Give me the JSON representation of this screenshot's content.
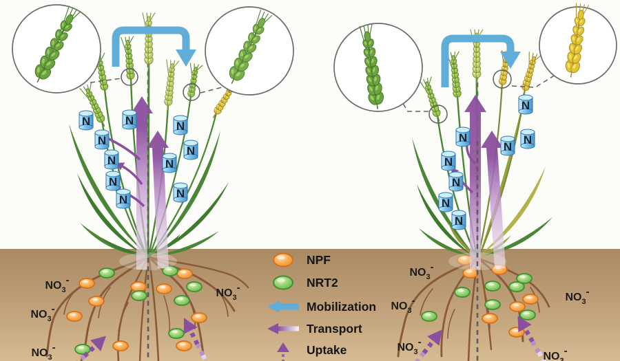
{
  "figure": {
    "description": "Nitrate uptake, transport and mobilization in wheat shown at two stages: left plant with green spikes, right plant with senescing yellow spikes",
    "left_panel": "green-stage wheat plant",
    "right_panel": "senescing-stage wheat plant"
  },
  "labels": {
    "nitrogen": "N",
    "nitrate": {
      "base": "NO",
      "sub": "3",
      "sup": "-"
    }
  },
  "legend": {
    "items": [
      {
        "id": "npf",
        "label": "NPF",
        "swatch": "npf-ellipse-icon"
      },
      {
        "id": "nrt2",
        "label": "NRT2",
        "swatch": "nrt2-ellipse-icon"
      },
      {
        "id": "mobilization",
        "label": "Mobilization",
        "swatch": "mobilization-arrow-icon"
      },
      {
        "id": "transport",
        "label": "Transport",
        "swatch": "transport-arrow-icon"
      },
      {
        "id": "uptake",
        "label": "Uptake",
        "swatch": "uptake-arrow-icon"
      }
    ]
  },
  "colors": {
    "sky": "#fcfcf8",
    "soil_top": "#a98a63",
    "soil_bottom": "#d7bb92",
    "mobilization_blue": "#5fadd8",
    "transport_purple": "#8a4f9e",
    "uptake_fade_mid": "#b88fc9",
    "uptake_fade_end": "#e6d6ef",
    "npf_orange": "#f5a042",
    "npf_orange_edge": "#d3711c",
    "nrt2_green": "#7cc45c",
    "nrt2_green_edge": "#3f8f33",
    "n_box_blue": "#7fc4ec",
    "n_box_edge": "#2e74ad",
    "leaf_green": "#4a8636",
    "leaf_dark_green": "#3e7a2e",
    "leaf_olive": "#99a03e",
    "spike_green": "#6aa33f",
    "spike_pale": "#b9c964",
    "spike_yellow": "#e3c433",
    "root_brown": "#8a5a38",
    "text_dark": "#1c1c1c",
    "dashed_line_gray": "#646464",
    "inset_circle_gray": "#6a6a6a"
  }
}
